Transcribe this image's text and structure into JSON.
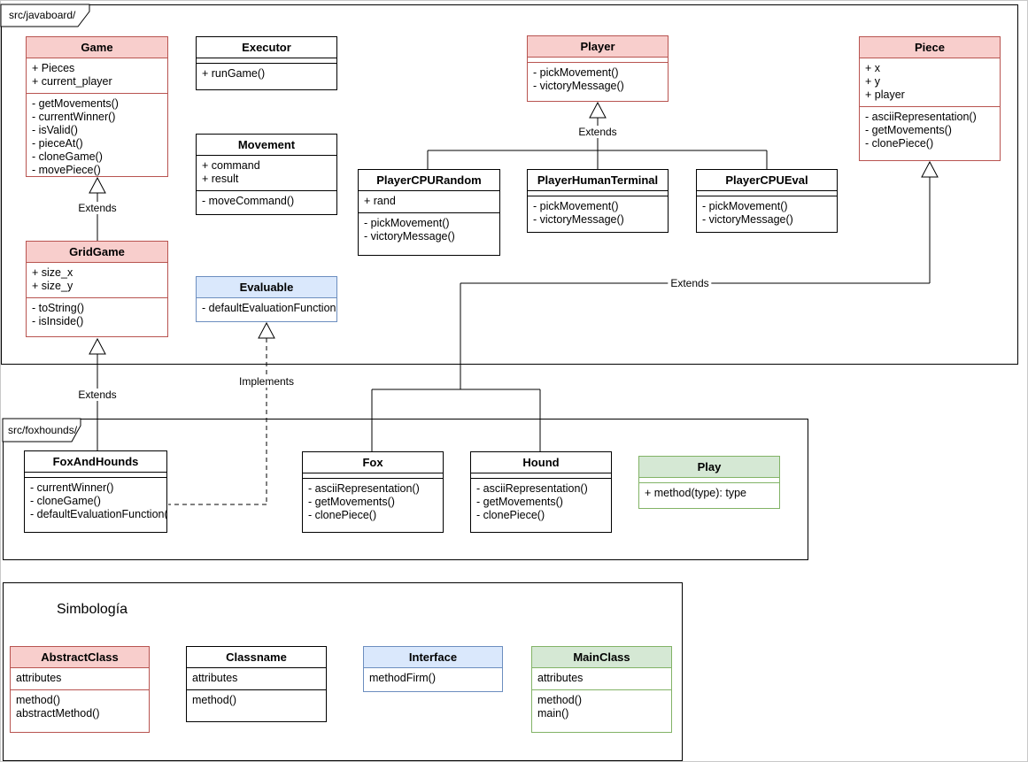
{
  "packages": {
    "javaboard": {
      "label": "src/javaboard/"
    },
    "foxhounds": {
      "label": "src/foxhounds/"
    }
  },
  "relations": {
    "gridgame_extends_game": "Extends",
    "foxandhounds_extends_gridgame": "Extends",
    "players_extend_player": "Extends",
    "pieces_extend_piece": "Extends",
    "foxandhounds_implements_evaluable": "Implements"
  },
  "classes": {
    "game": {
      "title": "Game",
      "attrs": [
        "+ Pieces",
        "+ current_player"
      ],
      "methods": [
        "- getMovements()",
        "- currentWinner()",
        "- isValid()",
        "- pieceAt()",
        "- cloneGame()",
        "- movePiece()"
      ]
    },
    "executor": {
      "title": "Executor",
      "attrs": [],
      "methods": [
        "+ runGame()"
      ]
    },
    "movement": {
      "title": "Movement",
      "attrs": [
        "+ command",
        "+ result"
      ],
      "methods": [
        "- moveCommand()"
      ]
    },
    "player": {
      "title": "Player",
      "attrs": [],
      "methods": [
        "- pickMovement()",
        "- victoryMessage()"
      ]
    },
    "piece": {
      "title": "Piece",
      "attrs": [
        "+ x",
        "+ y",
        "+ player"
      ],
      "methods": [
        "- asciiRepresentation()",
        "- getMovements()",
        "- clonePiece()"
      ]
    },
    "playerCPURandom": {
      "title": "PlayerCPURandom",
      "attrs": [
        "+ rand"
      ],
      "methods": [
        "- pickMovement()",
        "- victoryMessage()"
      ]
    },
    "playerHumanTerminal": {
      "title": "PlayerHumanTerminal",
      "attrs": [],
      "methods": [
        "- pickMovement()",
        "- victoryMessage()"
      ]
    },
    "playerCPUEval": {
      "title": "PlayerCPUEval",
      "attrs": [],
      "methods": [
        "- pickMovement()",
        "- victoryMessage()"
      ]
    },
    "gridGame": {
      "title": "GridGame",
      "attrs": [
        "+ size_x",
        "+ size_y"
      ],
      "methods": [
        "- toString()",
        "- isInside()"
      ]
    },
    "evaluable": {
      "title": "Evaluable",
      "attrs": [],
      "methods": [
        "- defaultEvaluationFunction("
      ]
    },
    "foxAndHounds": {
      "title": "FoxAndHounds",
      "attrs": [],
      "methods": [
        "- currentWinner()",
        "- cloneGame()",
        "- defaultEvaluationFunction("
      ]
    },
    "fox": {
      "title": "Fox",
      "attrs": [],
      "methods": [
        "- asciiRepresentation()",
        "- getMovements()",
        "- clonePiece()"
      ]
    },
    "hound": {
      "title": "Hound",
      "attrs": [],
      "methods": [
        "- asciiRepresentation()",
        "- getMovements()",
        "- clonePiece()"
      ]
    },
    "play": {
      "title": "Play",
      "attrs": [],
      "methods": [
        "+ method(type): type"
      ]
    }
  },
  "legend": {
    "title": "Simbología",
    "abstractClass": {
      "title": "AbstractClass",
      "attrs": [
        "attributes"
      ],
      "methods": [
        "method()",
        "abstractMethod()"
      ]
    },
    "classname": {
      "title": "Classname",
      "attrs": [
        "attributes"
      ],
      "methods": [
        "method()"
      ]
    },
    "interface": {
      "title": "Interface",
      "attrs": [],
      "methods": [
        "methodFirm()"
      ]
    },
    "mainClass": {
      "title": "MainClass",
      "attrs": [
        "attributes"
      ],
      "methods": [
        "method()",
        "main()"
      ]
    }
  },
  "colors": {
    "abstract_fill": "#f8cecc",
    "abstract_border": "#b85450",
    "interface_fill": "#dae8fc",
    "interface_border": "#6c8ebf",
    "main_fill": "#d5e8d4",
    "main_border": "#82b366",
    "class_fill": "#ffffff",
    "class_border": "#000000"
  }
}
